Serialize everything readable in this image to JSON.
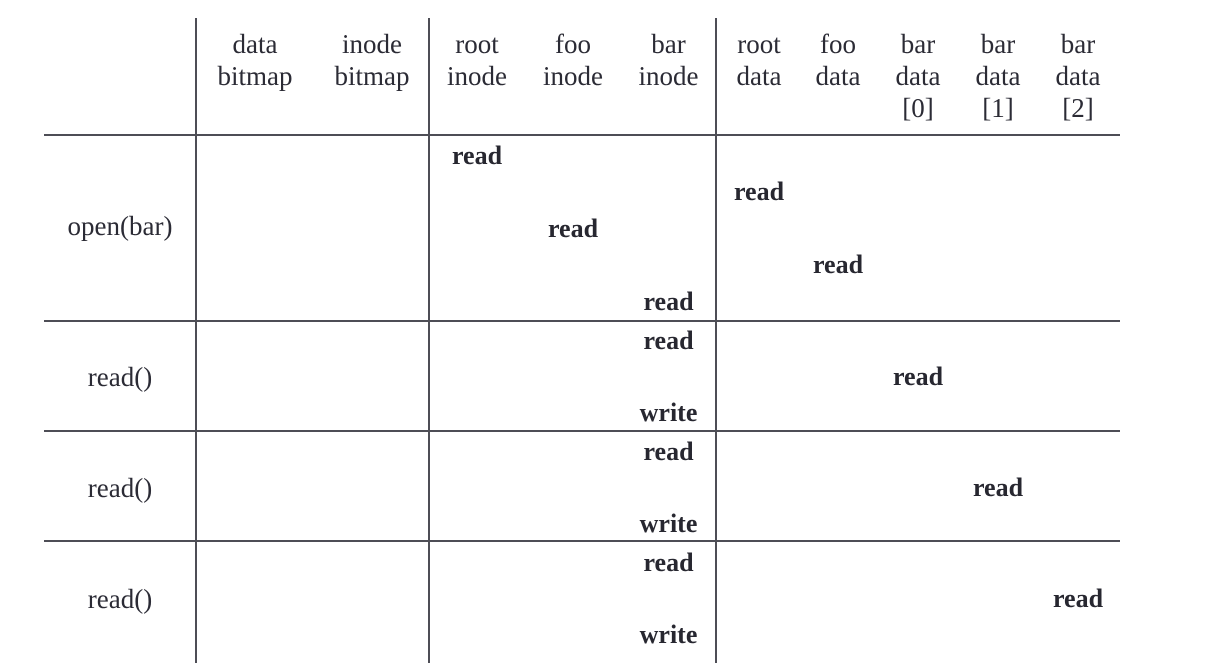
{
  "table": {
    "kind": "file-system-operation-timeline",
    "columns": [
      {
        "id": "op",
        "lines": []
      },
      {
        "id": "data-bitmap",
        "lines": [
          "data",
          "bitmap"
        ]
      },
      {
        "id": "inode-bitmap",
        "lines": [
          "inode",
          "bitmap"
        ]
      },
      {
        "id": "root-inode",
        "lines": [
          "root",
          "inode"
        ]
      },
      {
        "id": "foo-inode",
        "lines": [
          "foo",
          "inode"
        ]
      },
      {
        "id": "bar-inode",
        "lines": [
          "bar",
          "inode"
        ]
      },
      {
        "id": "root-data",
        "lines": [
          "root",
          "data"
        ]
      },
      {
        "id": "foo-data",
        "lines": [
          "foo",
          "data"
        ]
      },
      {
        "id": "bar-data-0",
        "lines": [
          "bar",
          "data",
          "[0]"
        ]
      },
      {
        "id": "bar-data-1",
        "lines": [
          "bar",
          "data",
          "[1]"
        ]
      },
      {
        "id": "bar-data-2",
        "lines": [
          "bar",
          "data",
          "[2]"
        ]
      }
    ],
    "rows": [
      {
        "label": "open(bar)",
        "ops": [
          {
            "column": "root-inode",
            "subrow": 0,
            "text": "read"
          },
          {
            "column": "root-data",
            "subrow": 1,
            "text": "read"
          },
          {
            "column": "foo-inode",
            "subrow": 2,
            "text": "read"
          },
          {
            "column": "foo-data",
            "subrow": 3,
            "text": "read"
          },
          {
            "column": "bar-inode",
            "subrow": 4,
            "text": "read"
          }
        ]
      },
      {
        "label": "read()",
        "ops": [
          {
            "column": "bar-inode",
            "subrow": 0,
            "text": "read"
          },
          {
            "column": "bar-data-0",
            "subrow": 1,
            "text": "read"
          },
          {
            "column": "bar-inode",
            "subrow": 2,
            "text": "write"
          }
        ]
      },
      {
        "label": "read()",
        "ops": [
          {
            "column": "bar-inode",
            "subrow": 0,
            "text": "read"
          },
          {
            "column": "bar-data-1",
            "subrow": 1,
            "text": "read"
          },
          {
            "column": "bar-inode",
            "subrow": 2,
            "text": "write"
          }
        ]
      },
      {
        "label": "read()",
        "ops": [
          {
            "column": "bar-inode",
            "subrow": 0,
            "text": "read"
          },
          {
            "column": "bar-data-2",
            "subrow": 1,
            "text": "read"
          },
          {
            "column": "bar-inode",
            "subrow": 2,
            "text": "write"
          }
        ]
      }
    ],
    "colors": {
      "rule": "#4e4e56",
      "header_text": "#2b2b35",
      "op_text": "#272730",
      "background": "#ffffff"
    }
  }
}
